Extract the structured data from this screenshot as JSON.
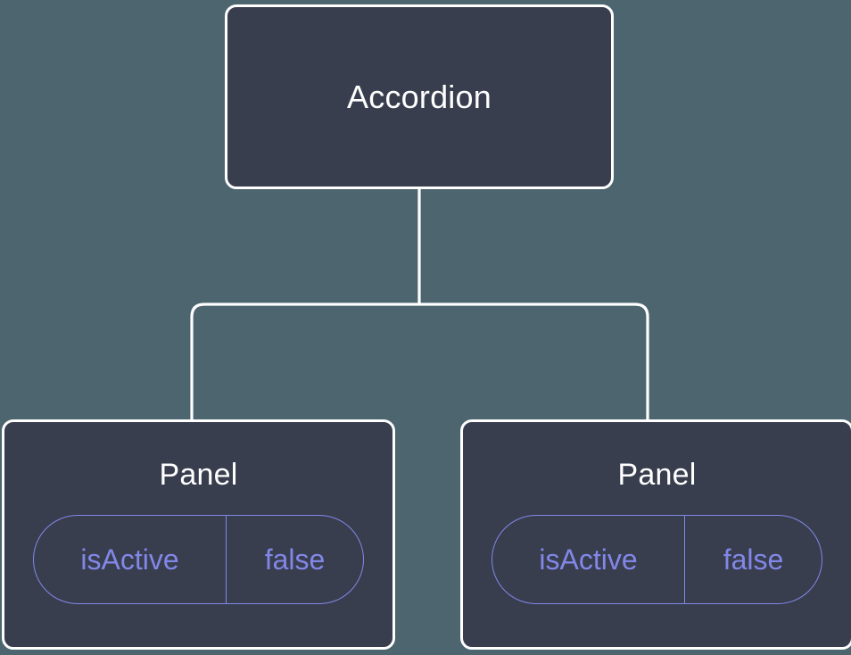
{
  "diagram": {
    "type": "component-tree",
    "background_color": "#4c656f",
    "node_fill_color": "#383e4e",
    "node_border_color": "#ffffff",
    "connector_color": "#ffffff",
    "accent_color": "#8287e8",
    "root": {
      "label": "Accordion"
    },
    "children": [
      {
        "label": "Panel",
        "props": [
          {
            "key": "isActive",
            "value": "false"
          }
        ]
      },
      {
        "label": "Panel",
        "props": [
          {
            "key": "isActive",
            "value": "false"
          }
        ]
      }
    ]
  }
}
